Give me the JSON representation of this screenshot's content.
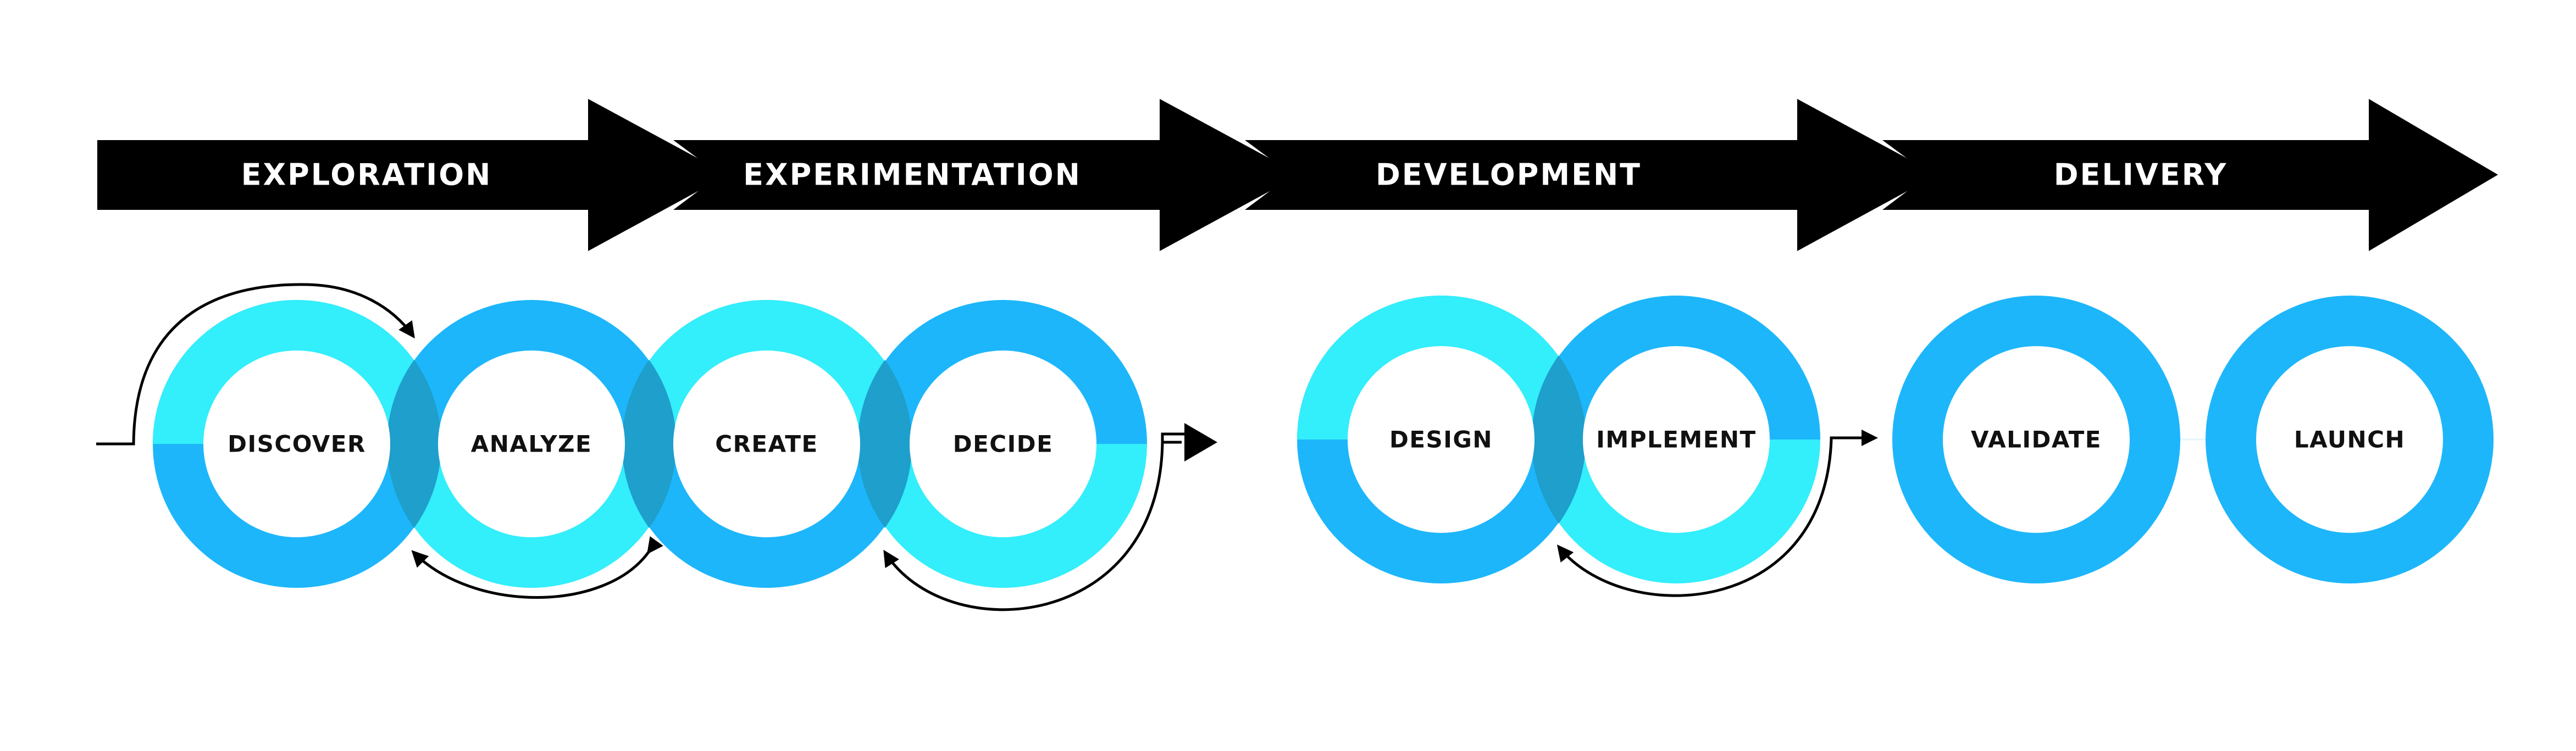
{
  "colors": {
    "banner": "#000000",
    "banner_text": "#ffffff",
    "ring_blue": "#1db6fb",
    "ring_cyan": "#33eefb",
    "ring_overlap": "#1e9fcc",
    "step_text": "#111111",
    "background": "#ffffff"
  },
  "phases": [
    {
      "id": "exploration",
      "label": "EXPLORATION"
    },
    {
      "id": "experimentation",
      "label": "EXPERIMENTATION"
    },
    {
      "id": "development",
      "label": "DEVELOPMENT"
    },
    {
      "id": "delivery",
      "label": "DELIVERY"
    }
  ],
  "steps": [
    {
      "id": "discover",
      "label": "DISCOVER"
    },
    {
      "id": "analyze",
      "label": "ANALYZE"
    },
    {
      "id": "create",
      "label": "CREATE"
    },
    {
      "id": "decide",
      "label": "DECIDE"
    },
    {
      "id": "design",
      "label": "DESIGN"
    },
    {
      "id": "implement",
      "label": "IMPLEMENT"
    },
    {
      "id": "validate",
      "label": "VALIDATE"
    },
    {
      "id": "launch",
      "label": "LAUNCH"
    }
  ]
}
